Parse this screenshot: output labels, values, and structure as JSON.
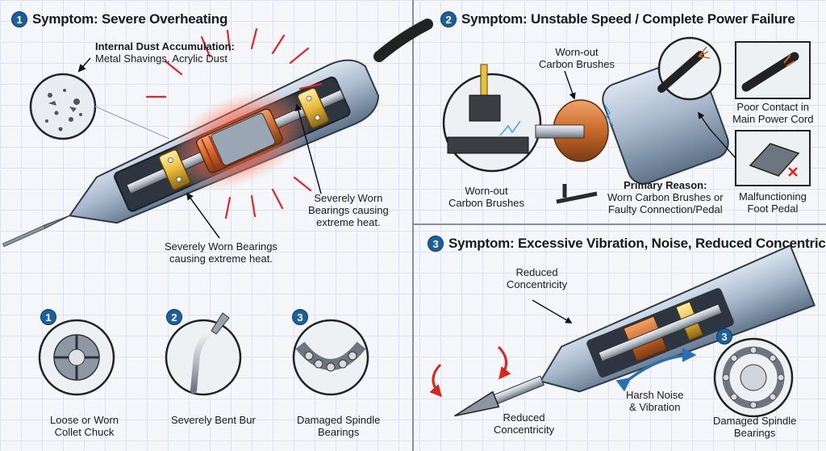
{
  "panel1": {
    "number": "1",
    "title": "Symptom: Severe Overheating",
    "dust_heading": "Internal Dust Accumulation:",
    "dust_text": "Metal Shavings, Acrylic Dust",
    "bearing_right": [
      "Severely Worn",
      "Bearings causing",
      "extreme heat."
    ],
    "bearing_bottom": [
      "Severely Worn Bearings",
      "causing extreme heat."
    ]
  },
  "parts": [
    {
      "number": "1",
      "label": [
        "Loose or Worn",
        "Collet Chuck"
      ]
    },
    {
      "number": "2",
      "label": [
        "Severely Bent Bur"
      ]
    },
    {
      "number": "3",
      "label": [
        "Damaged Spindle",
        "Bearings"
      ]
    }
  ],
  "panel2": {
    "number": "2",
    "title": "Symptom: Unstable Speed / Complete Power Failure",
    "brushes_top": [
      "Worn-out",
      "Carbon Brushes"
    ],
    "brushes_left": [
      "Worn-out",
      "Carbon Brushes"
    ],
    "cord": [
      "Poor Contact in",
      "Main Power Cord"
    ],
    "reason_heading": "Primary Reason:",
    "reason_text": [
      "Worn Carbon Brushes or",
      "Faulty Connection/Pedal"
    ],
    "pedal": [
      "Malfunctioning",
      "Foot Pedal"
    ]
  },
  "panel3": {
    "number": "3",
    "title": "Symptom: Excessive Vibration, Noise, Reduced Concentricity",
    "conc_top": [
      "Reduced",
      "Concentricity"
    ],
    "conc_bottom": [
      "Reduced",
      "Concentricity"
    ],
    "noise": [
      "Harsh Noise",
      "& Vibration"
    ],
    "bearings_number": "3",
    "bearings": [
      "Damaged Spindle",
      "Bearings"
    ]
  },
  "colors": {
    "badge": "#1d5f9a",
    "heat": "#e0262b",
    "copper": "#c8692a",
    "metal": "#9fb1c6"
  }
}
